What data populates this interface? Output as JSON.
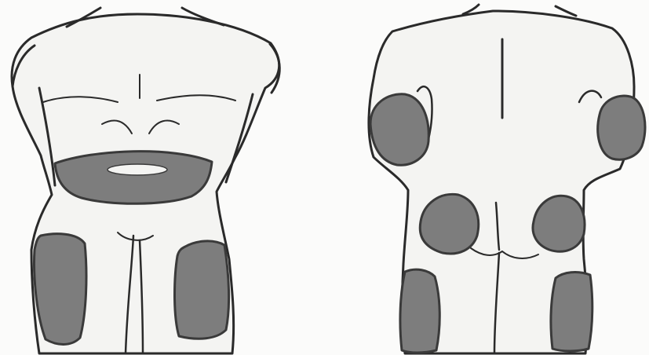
{
  "colors": {
    "background": "#fbfbfa",
    "body_fill": "#f4f4f2",
    "outline": "#2a2a2a",
    "shaded_zone": "#7d7d7d",
    "zone_outline": "#3a3a3a"
  },
  "figures": [
    {
      "view": "front",
      "shaded_zones": [
        "abdomen",
        "left-thigh",
        "right-thigh"
      ]
    },
    {
      "view": "back",
      "shaded_zones": [
        "left-upper-arm",
        "right-upper-arm",
        "left-buttock",
        "right-buttock",
        "left-thigh",
        "right-thigh"
      ]
    }
  ]
}
